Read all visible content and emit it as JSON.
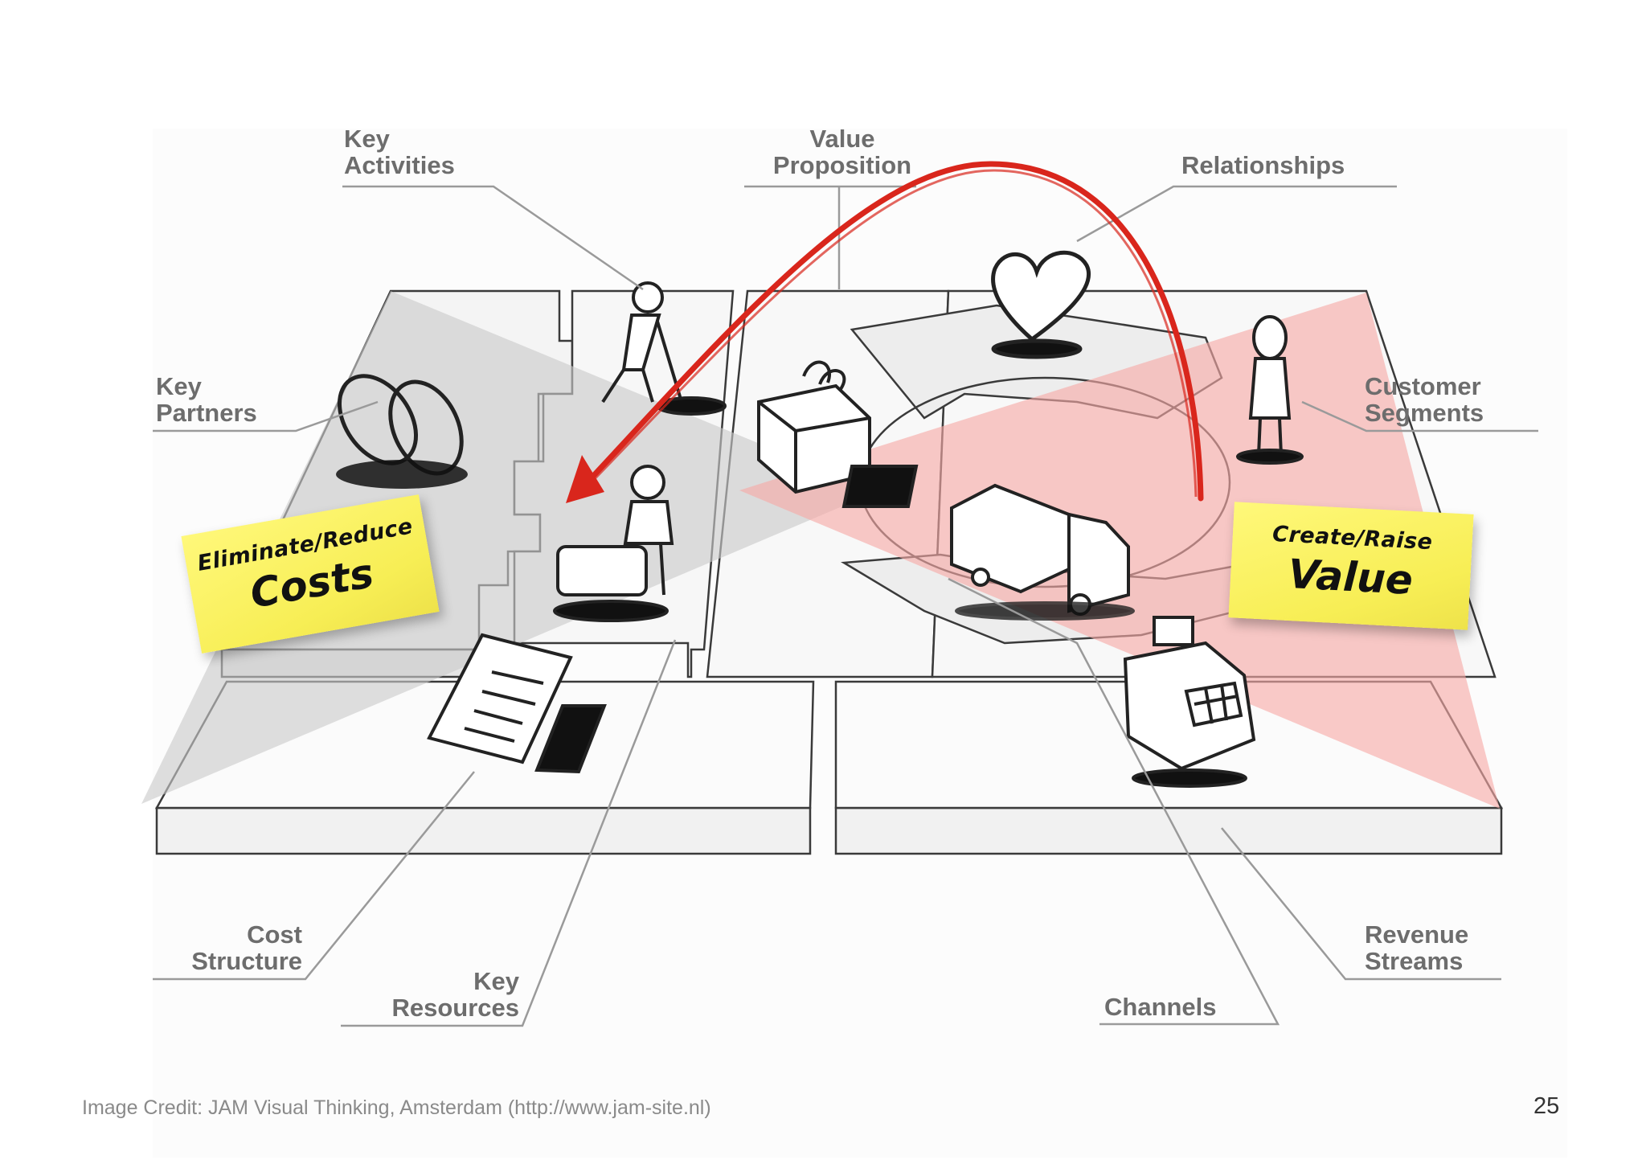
{
  "labels": {
    "key_activities": "Key\nActivities",
    "value_proposition": "Value\nProposition",
    "relationships": "Relationships",
    "key_partners": "Key\nPartners",
    "customer_segments": "Customer\nSegments",
    "cost_structure": "Cost\nStructure",
    "key_resources": "Key\nResources",
    "channels": "Channels",
    "revenue_streams": "Revenue\nStreams"
  },
  "notes": {
    "costs_small": "Eliminate/Reduce",
    "costs_big": "Costs",
    "value_small": "Create/Raise",
    "value_big": "Value"
  },
  "footer": {
    "credit": "Image Credit: JAM Visual Thinking, Amsterdam (http://www.jam-site.nl)",
    "page_number": "25"
  },
  "colors": {
    "label_text": "#6d6d6d",
    "grey_wedge": "#c9c9c9",
    "red_wedge": "#f7a9a6",
    "arrow": "#d9261c",
    "note_yellow": "#fbf36a"
  }
}
